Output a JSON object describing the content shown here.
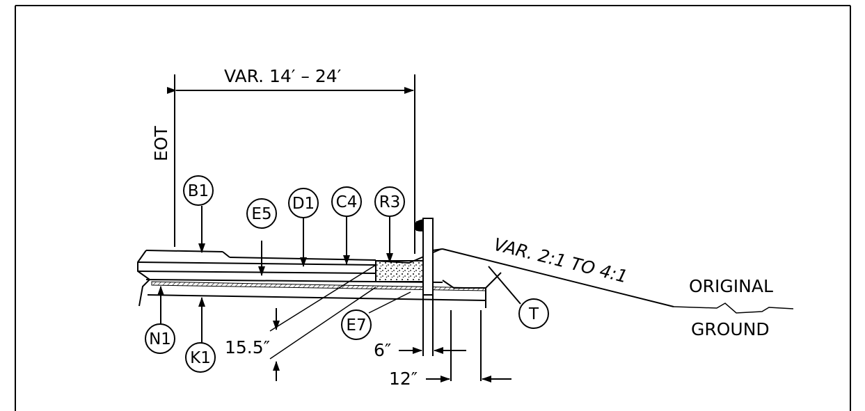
{
  "dimensions": {
    "width_label": "VAR. 14′ – 24′",
    "depth_label": "15.5″",
    "post_offset_label": "6″",
    "shoulder_label": "12″",
    "slope_label": "VAR. 2:1 TO 4:1"
  },
  "labels": {
    "edge_of_traveled_way": "EOT",
    "original_ground_line1": "ORIGINAL",
    "original_ground_line2": "GROUND"
  },
  "callouts": {
    "b1": "B1",
    "e5": "E5",
    "d1": "D1",
    "c4": "C4",
    "r3": "R3",
    "n1": "N1",
    "k1": "K1",
    "e7": "E7",
    "t": "T"
  }
}
